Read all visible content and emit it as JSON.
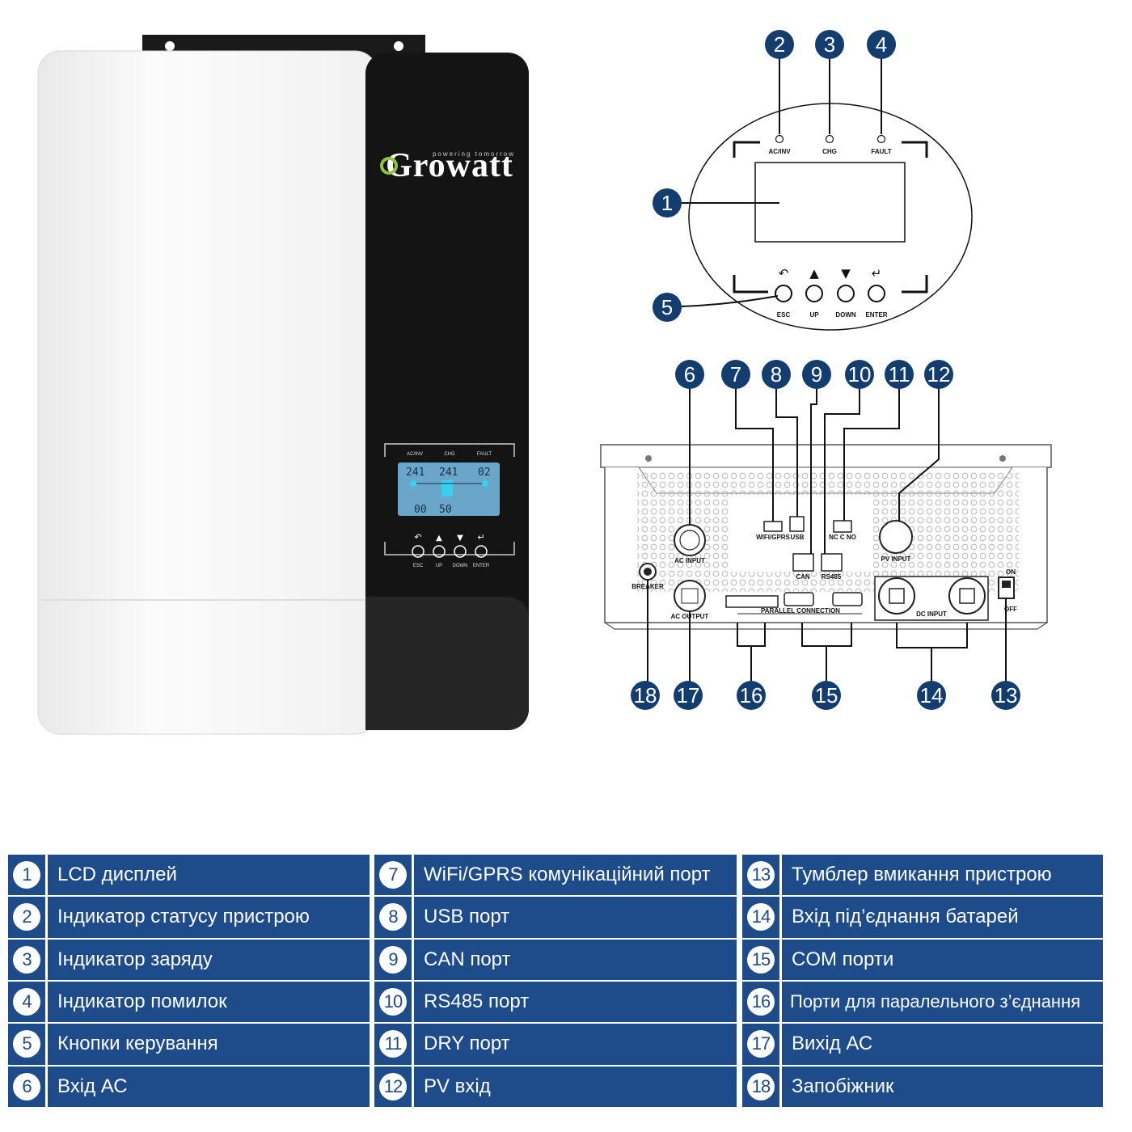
{
  "device": {
    "brand": "Growatt",
    "tagline": "powering tomorrow",
    "front_panel": {
      "indicators": [
        "AC/INV",
        "CHG",
        "FAULT"
      ],
      "lcd_readout": [
        "241",
        "241",
        "02",
        "00",
        "50"
      ],
      "buttons": [
        "ESC",
        "UP",
        "DOWN",
        "ENTER"
      ]
    }
  },
  "panel_zoom": {
    "indicators": [
      "AC/INV",
      "CHG",
      "FAULT"
    ],
    "buttons": [
      "ESC",
      "UP",
      "DOWN",
      "ENTER"
    ]
  },
  "bottom_view": {
    "labels": {
      "ac_input": "AC INPUT",
      "ac_output": "AC OUTPUT",
      "wifi": "WIFI/GPRS",
      "usb": "USB",
      "can": "CAN",
      "rs485": "RS485",
      "dry": "NC C NO",
      "pv_input": "PV INPUT",
      "parallel": "PARALLEL CONNECTION",
      "dc_input": "DC INPUT",
      "switch_on": "ON",
      "switch_off": "OFF",
      "fuse": "BREAKER"
    }
  },
  "callouts": [
    "1",
    "2",
    "3",
    "4",
    "5",
    "6",
    "7",
    "8",
    "9",
    "10",
    "11",
    "12",
    "13",
    "14",
    "15",
    "16",
    "17",
    "18"
  ],
  "legend": {
    "columns": [
      [
        {
          "num": "1",
          "label": "LCD дисплей"
        },
        {
          "num": "2",
          "label": "Індикатор статусу пристрою"
        },
        {
          "num": "3",
          "label": "Індикатор заряду"
        },
        {
          "num": "4",
          "label": "Індикатор помилок"
        },
        {
          "num": "5",
          "label": "Кнопки керування"
        },
        {
          "num": "6",
          "label": "Вхід АС"
        }
      ],
      [
        {
          "num": "7",
          "label": "WiFi/GPRS комунікаційний порт"
        },
        {
          "num": "8",
          "label": "USB порт"
        },
        {
          "num": "9",
          "label": "CAN порт"
        },
        {
          "num": "10",
          "label": "RS485 порт"
        },
        {
          "num": "11",
          "label": "DRY порт"
        },
        {
          "num": "12",
          "label": "PV вхід"
        }
      ],
      [
        {
          "num": "13",
          "label": "Тумблер вмикання пристрою"
        },
        {
          "num": "14",
          "label": "Вхід під’єднання батарей"
        },
        {
          "num": "15",
          "label": "COM порти"
        },
        {
          "num": "16",
          "label": "Порти для паралельного з’єднання"
        },
        {
          "num": "17",
          "label": "Вихід АС"
        },
        {
          "num": "18",
          "label": "Запобіжник"
        }
      ]
    ]
  },
  "colors": {
    "accent": "#1e4b8a",
    "badge": "#123d6e",
    "panel_black": "#141414"
  }
}
